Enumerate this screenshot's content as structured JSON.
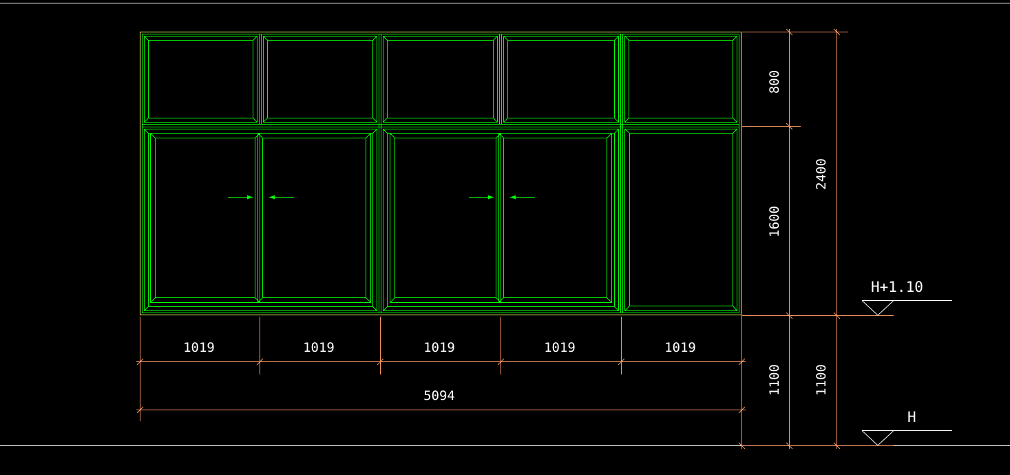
{
  "colors": {
    "background": "#000000",
    "frame": "#00ff00",
    "frame_outer": "#ffff66",
    "dimension": "#ff9966",
    "text": "#ffffff",
    "border": "#ffffff"
  },
  "dimensions": {
    "panel_widths": [
      "1019",
      "1019",
      "1019",
      "1019",
      "1019"
    ],
    "total_width": "5094",
    "transom_height": "800",
    "sash_height": "1600",
    "total_height": "2400",
    "sill_height_inner": "1100",
    "sill_height_outer": "1100"
  },
  "elevations": {
    "top": "H+1.10",
    "bottom": "H"
  },
  "icons": {
    "sliding_arrows": "sliding-direction-arrow-icon",
    "elevation_marker": "elevation-triangle-icon"
  }
}
